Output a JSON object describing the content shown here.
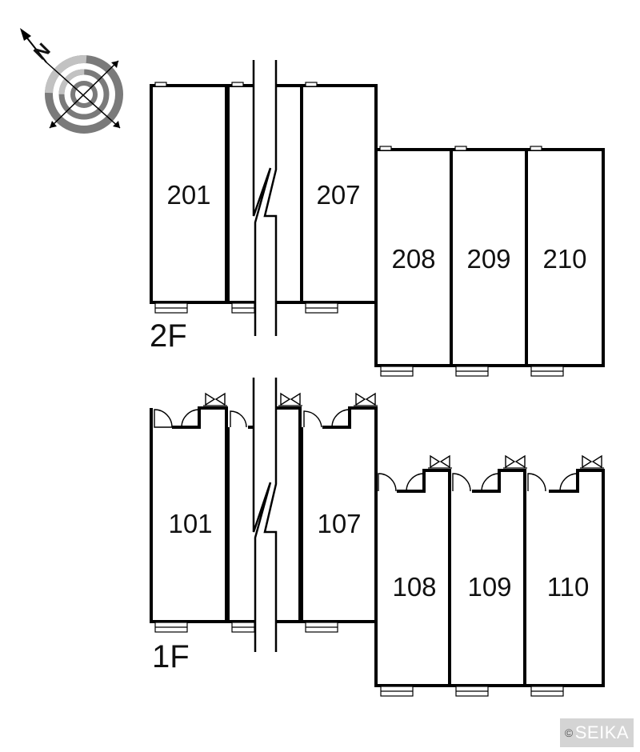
{
  "compass": {
    "north_label": "N"
  },
  "floors": [
    {
      "label": "2F",
      "units": [
        "201",
        "207",
        "208",
        "209",
        "210"
      ]
    },
    {
      "label": "1F",
      "units": [
        "101",
        "107",
        "108",
        "109",
        "110"
      ]
    }
  ],
  "credit": {
    "symbol": "©",
    "text": "SEIKA"
  },
  "colors": {
    "wall": "#000000",
    "compass_dark": "#7a7a7a",
    "compass_light": "#c2c2c2",
    "credit_bg": "#d4d4d4"
  }
}
